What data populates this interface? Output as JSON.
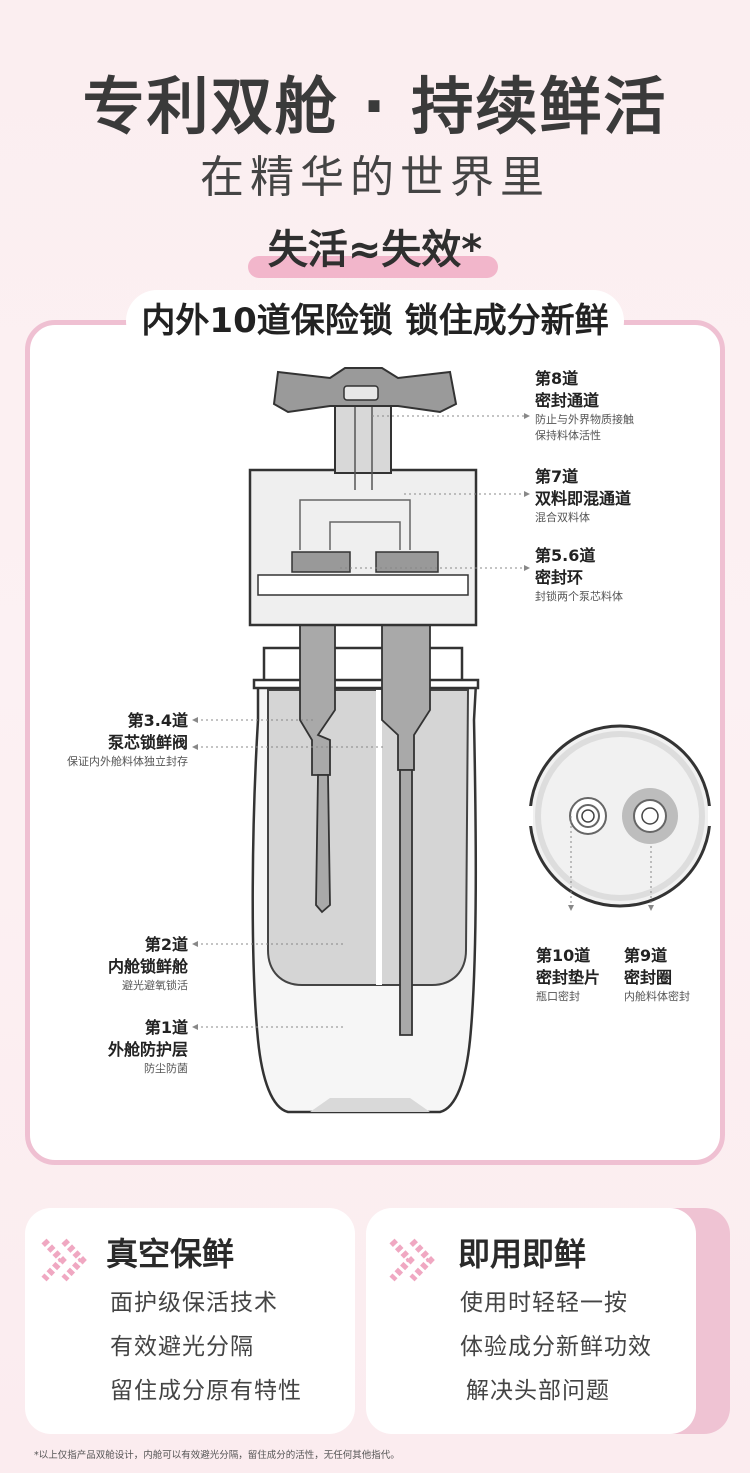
{
  "header": {
    "title": "专利双舱 · 持续鲜活",
    "subtitle": "在精华的世界里",
    "tagline": "失活≈失效*"
  },
  "panel": {
    "title": "内外10道保险锁 锁住成分新鲜"
  },
  "locks": {
    "l8": {
      "name": "第8道",
      "title": "密封通道",
      "desc1": "防止与外界物质接触",
      "desc2": "保持料体活性"
    },
    "l7": {
      "name": "第7道",
      "title": "双料即混通道",
      "desc": "混合双料体"
    },
    "l56": {
      "name": "第5.6道",
      "title": "密封环",
      "desc": "封锁两个泵芯料体"
    },
    "l34": {
      "name": "第3.4道",
      "title": "泵芯锁鲜阀",
      "desc": "保证内外舱料体独立封存"
    },
    "l2": {
      "name": "第2道",
      "title": "内舱锁鲜舱",
      "desc": "避光避氧锁活"
    },
    "l1": {
      "name": "第1道",
      "title": "外舱防护层",
      "desc": "防尘防菌"
    },
    "l10": {
      "name": "第10道",
      "title": "密封垫片",
      "desc": "瓶口密封"
    },
    "l9": {
      "name": "第9道",
      "title": "密封圈",
      "desc": "内舱料体密封"
    }
  },
  "cards": {
    "left": {
      "title": "真空保鲜",
      "lines": [
        "面护级保活技术",
        "有效避光分隔",
        "留住成分原有特性"
      ]
    },
    "right": {
      "title": "即用即鲜",
      "lines": [
        "使用时轻轻一按",
        "体验成分新鲜功效",
        "解决头部问题"
      ]
    }
  },
  "icons": {
    "chevron": "double-chevron-icon"
  },
  "footnote": "*以上仅指产品双舱设计，内舱可以有效避光分隔，留住成分的活性，无任何其他指代。",
  "colors": {
    "accent_pink": "#f2b6cb",
    "border_pink": "#efc0d2",
    "bottle_gray": "#cfcfcf"
  }
}
